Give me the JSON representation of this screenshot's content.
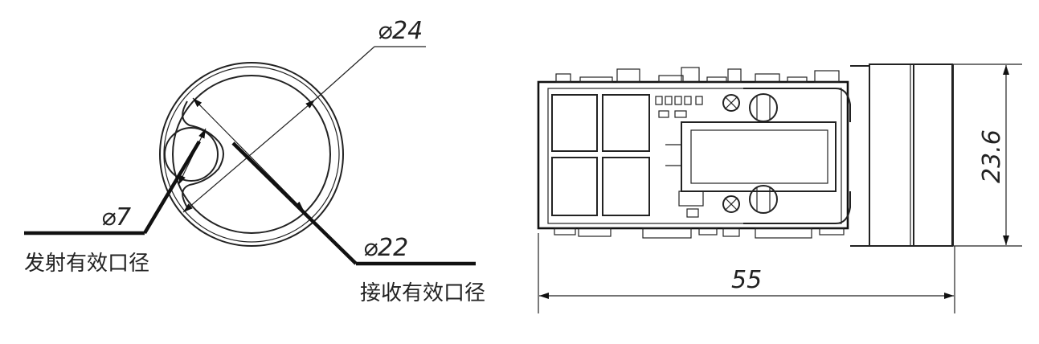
{
  "front_view": {
    "dim_outer": "⌀24",
    "dim_inner": "⌀22",
    "dim_emitter": "⌀7",
    "label_emitter": "发射有效口径",
    "label_receiver": "接收有效口径"
  },
  "side_view": {
    "dim_length": "55",
    "dim_height": "23.6"
  }
}
